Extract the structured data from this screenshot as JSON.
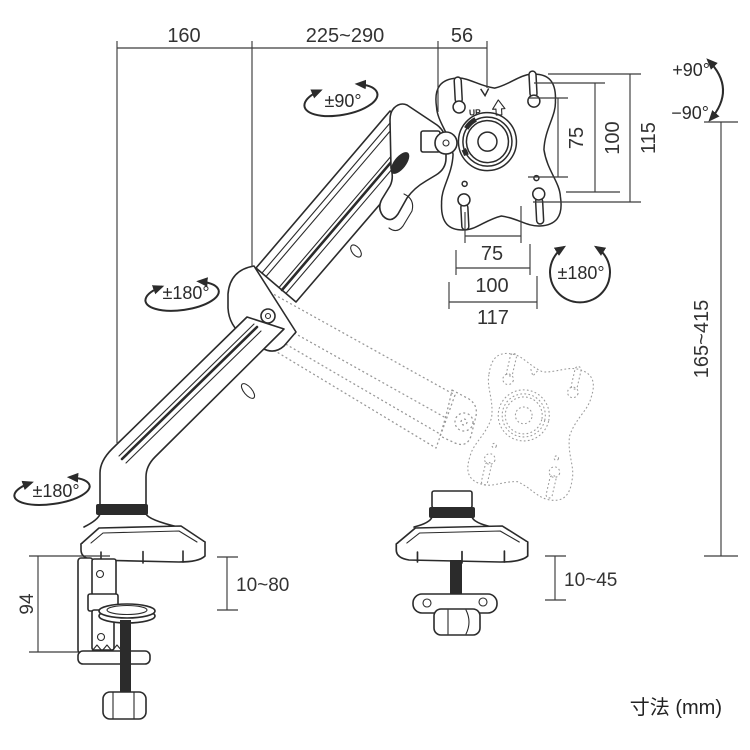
{
  "title": "モニターアーム 寸法図 (monitor arm dimension diagram)",
  "unit_note": "寸法 (mm)",
  "labels": {
    "dim_base_to_joint": "160",
    "dim_arm_reach": "225~290",
    "dim_head_depth": "56",
    "vesa_vertical_75": "75",
    "vesa_vertical_100": "100",
    "vesa_plate_height": "115",
    "vesa_horizontal_75": "75",
    "vesa_horizontal_100": "100",
    "vesa_plate_width": "117",
    "height_adjust_range": "165~415",
    "clamp_drop": "94",
    "clamp_desk_thickness": "10~80",
    "grommet_desk_thickness": "10~45",
    "rotation_head_swivel": "±90°",
    "rotation_elbow": "±180°",
    "rotation_base": "±180°",
    "rotation_vesa": "±180°",
    "tilt_up": "+90°",
    "tilt_down": "−90°",
    "vesa_up_mark": "UP"
  },
  "icons": [
    "rotation-arrow-ellipse-head-swivel",
    "rotation-arrow-ellipse-elbow",
    "rotation-arrow-ellipse-base",
    "rotation-arrow-circle-vesa",
    "tilt-arc-arrow",
    "up-arrow-on-vesa-plate"
  ],
  "colors": {
    "background": "#ffffff",
    "line": "#2b2b2b",
    "dimension_line": "#3c3c3c",
    "text": "#333333",
    "ghost_line": "#979797"
  }
}
